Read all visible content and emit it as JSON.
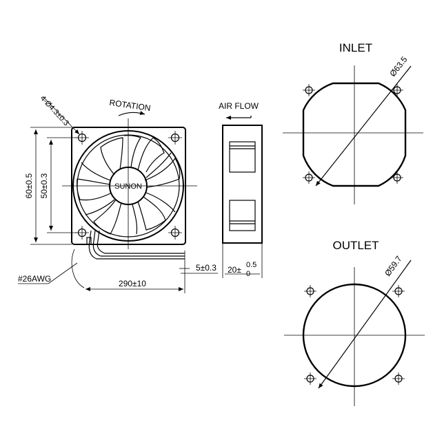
{
  "front_view": {
    "rotation_label": "ROTATION",
    "hole_spec": "4-Ø4.3±0.3",
    "brand": "SUNON",
    "height_outer": "60±0.5",
    "height_inner": "50±0.3",
    "wire_gauge": "#26AWG",
    "lead_length": "290±10",
    "strip_length": "5±0.3"
  },
  "side_view": {
    "airflow_label": "AIR FLOW",
    "thickness_main": "20±",
    "thickness_upper": "0.5",
    "thickness_lower": "0"
  },
  "inlet_view": {
    "title": "INLET",
    "diameter": "Ø63.5"
  },
  "outlet_view": {
    "title": "OUTLET",
    "diameter": "Ø59.7"
  }
}
